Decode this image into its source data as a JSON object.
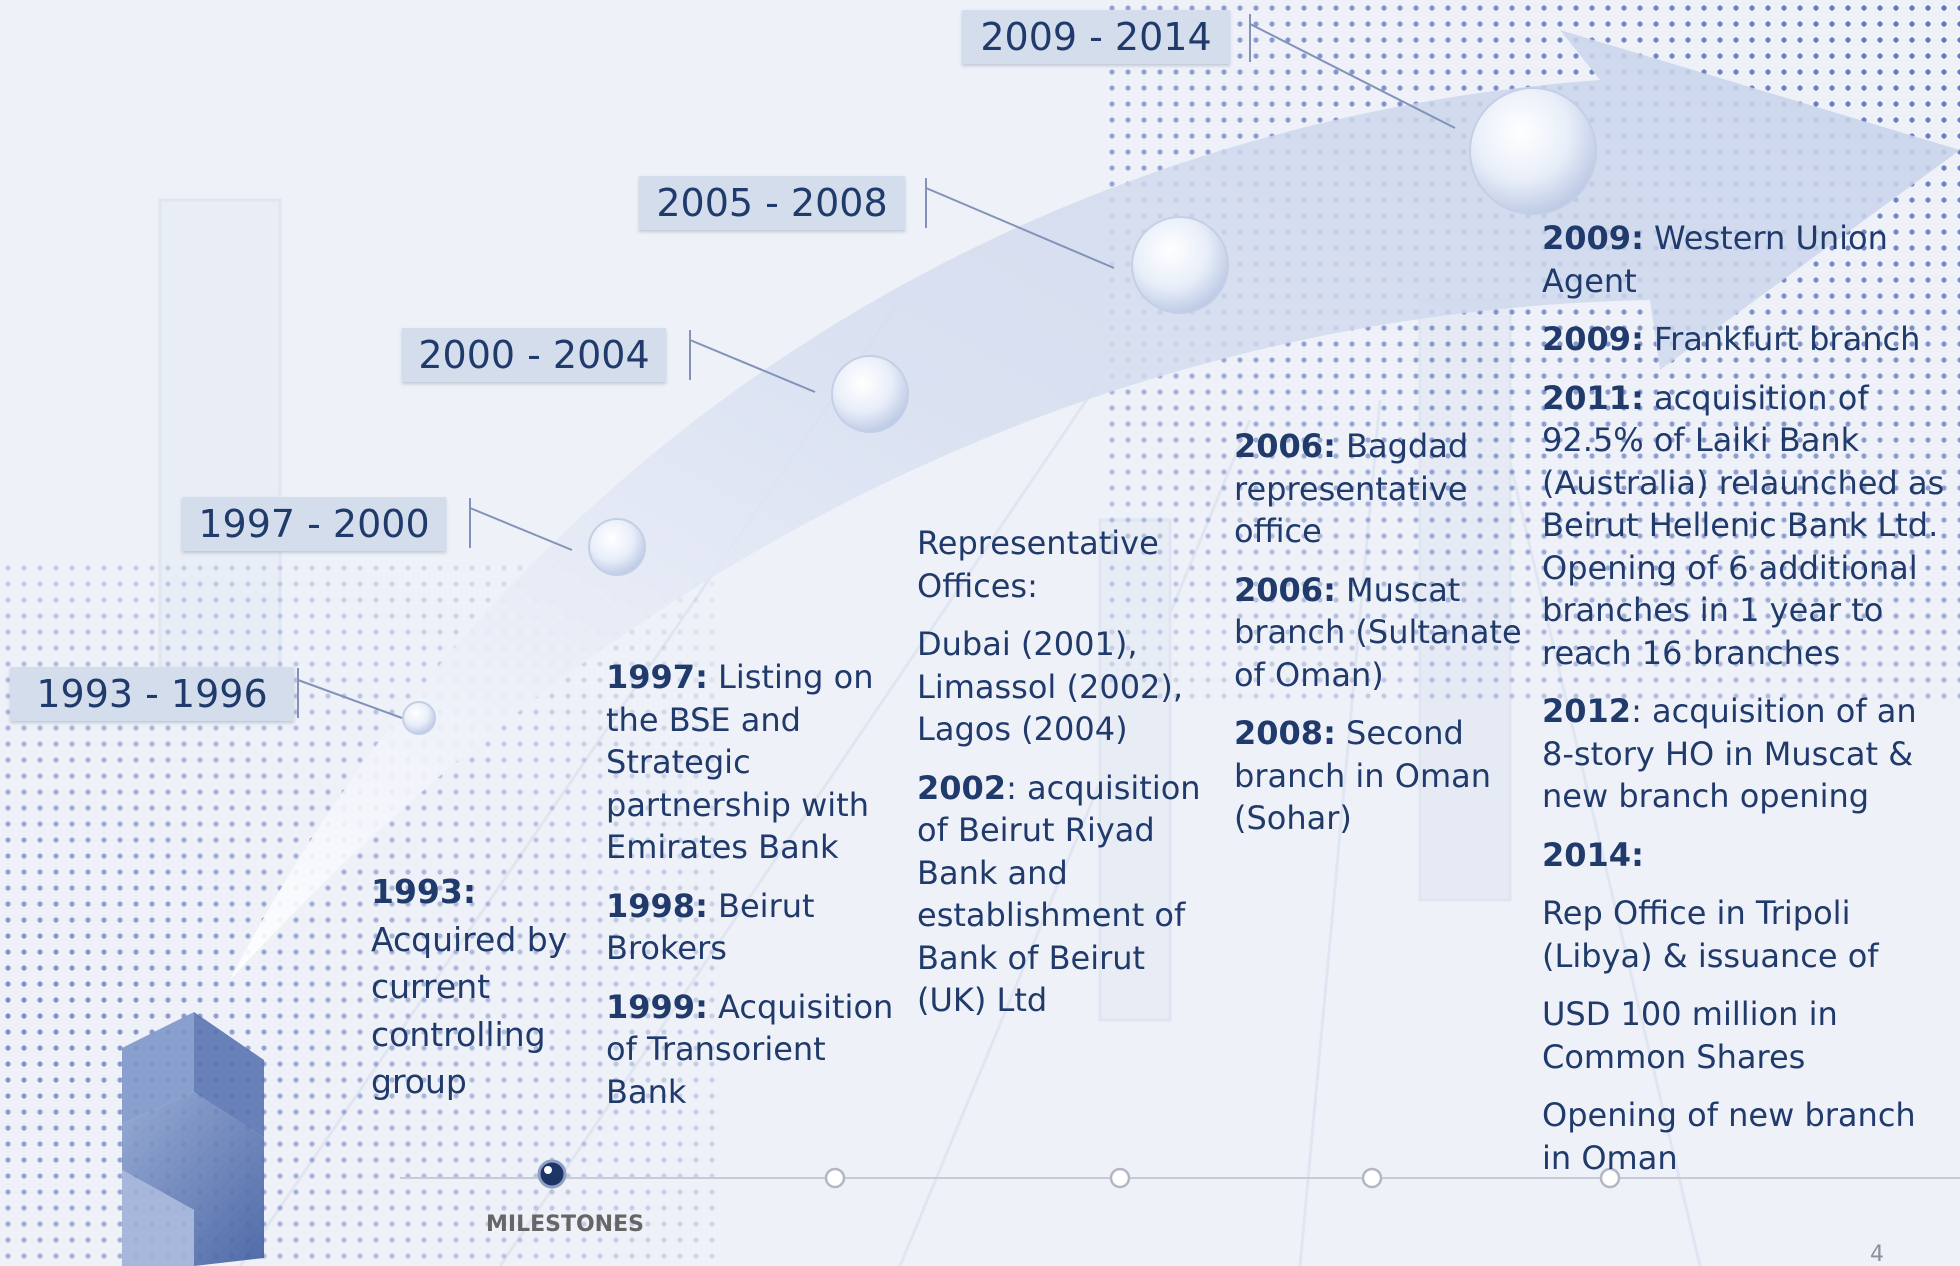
{
  "slide": {
    "footer": "MILESTONES",
    "page_number": "4"
  },
  "periods": [
    {
      "label": "1993 - 1996"
    },
    {
      "label": "1997 - 2000"
    },
    {
      "label": "2000 - 2004"
    },
    {
      "label": "2005 - 2008"
    },
    {
      "label": "2009 - 2014"
    }
  ],
  "columns": {
    "c1993": {
      "year": "1993:",
      "text": "Acquired by current controlling group"
    },
    "c1997": [
      {
        "year": "1997:",
        "text": " Listing on the BSE and Strategic partnership with Emirates Bank"
      },
      {
        "year": "1998:",
        "text": " Beirut Brokers"
      },
      {
        "year": "1999:",
        "text": " Acquisition of Transorient Bank"
      }
    ],
    "c2000": {
      "rep_title": "Representative Offices:",
      "rep_list": "Dubai (2001), Limassol (2002), Lagos (2004)",
      "y2002": "2002",
      "t2002": ": acquisition of Beirut Riyad Bank and establishment of Bank of Beirut (UK) Ltd"
    },
    "c2005": [
      {
        "year": "2006:",
        "text": " Bagdad representative office"
      },
      {
        "year": "2006:",
        "text": " Muscat branch (Sultanate of Oman)"
      },
      {
        "year": "2008:",
        "text": " Second branch in Oman (Sohar)"
      }
    ],
    "c2009": {
      "items": [
        {
          "year": "2009:",
          "text": " Western Union Agent"
        },
        {
          "year": "2009:",
          "text": " Frankfurt branch"
        },
        {
          "year": "2011:",
          "text": " acquisition of 92.5% of Laiki Bank (Australia)  relaunched as Beirut Hellenic Bank Ltd. Opening of 6 additional branches in 1 year to reach 16 branches"
        },
        {
          "year": "2012",
          "text": ": acquisition of an 8-story HO in Muscat & new branch opening"
        }
      ],
      "y2014": "2014:",
      "p2014a": "Rep Office in Tripoli (Libya) & issuance of",
      "p2014b": "USD 100 million in Common Shares",
      "p2014c": "Opening of new branch in Oman"
    }
  },
  "colors": {
    "primary_text": "#1f3a6b",
    "label_bg": "#d3ddec",
    "dot_blue": "#5a72b8"
  }
}
